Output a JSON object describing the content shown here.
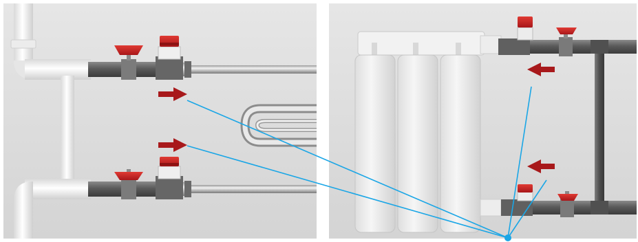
{
  "figure": {
    "panels": [
      {
        "subject": "towel-dryer-connection",
        "flow_direction": "right"
      },
      {
        "subject": "radiator-connection",
        "flow_direction": "left"
      }
    ],
    "colors": {
      "background": "#ffffff",
      "wall": "#dcdcdc",
      "pipe_white": "#f4f4f4",
      "pipe_grey": "#5d5d5d",
      "valve_red": "#c8231d",
      "arrow_red": "#a8191b",
      "annotation_blue": "#1aa6e6",
      "chrome": "#c4c4c4"
    },
    "icons": [
      "flow-arrow-icon",
      "ball-valve-icon",
      "thermostatic-valve-icon",
      "leader-line-icon"
    ]
  }
}
